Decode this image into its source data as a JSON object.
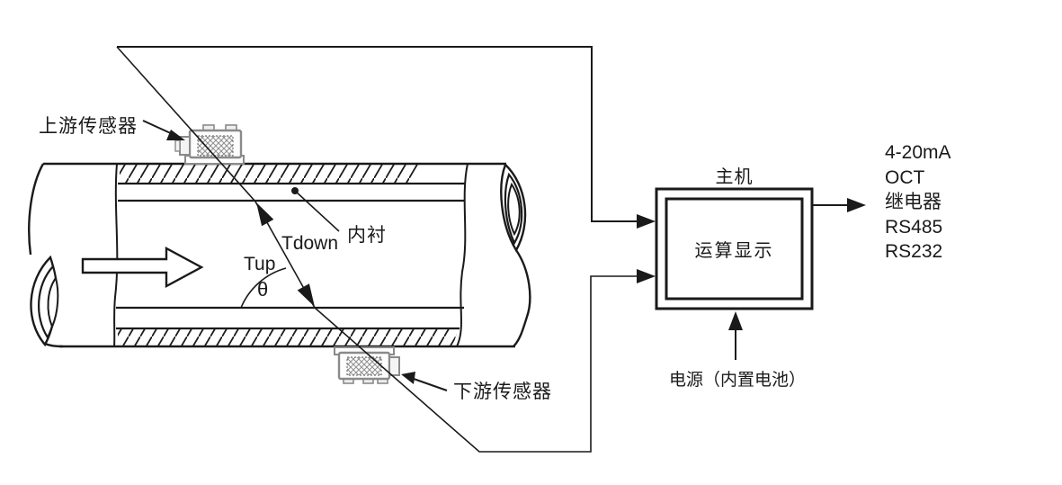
{
  "diagram": {
    "title_implied": "",
    "labels": {
      "upstream_sensor": "上游传感器",
      "downstream_sensor": "下游传感器",
      "liner": "内衬",
      "t_down": "Tdown",
      "t_up": "Tup",
      "theta": "θ",
      "main_unit": "主机",
      "display": "运算显示",
      "power": "电源（内置电池）"
    },
    "outputs": [
      "4-20mA",
      "OCT",
      "继电器",
      "RS485",
      "RS232"
    ],
    "colors": {
      "line": "#1a1a1a",
      "sensor_outline": "#8a8a8a",
      "background": "#ffffff"
    }
  }
}
